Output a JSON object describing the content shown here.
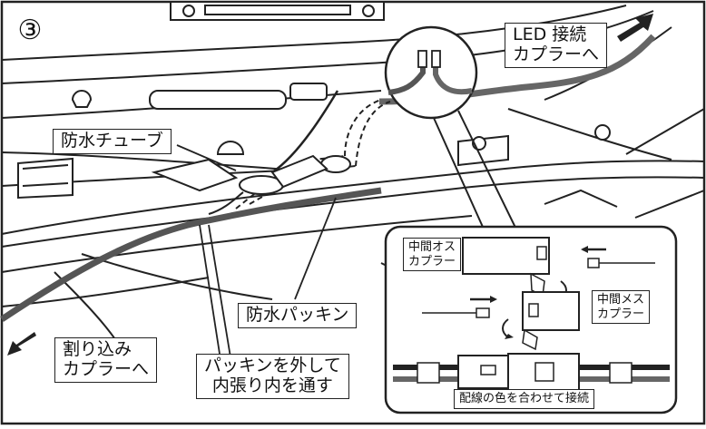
{
  "step_number": "③",
  "labels": {
    "led": [
      "LED 接続",
      "カプラーへ"
    ],
    "waterproof_tube": "防水チューブ",
    "waterproof_packing": "防水パッキン",
    "warikomi": [
      "割り込み",
      "カプラーへ"
    ],
    "route": [
      "パッキンを外して",
      "内張り内を通す"
    ],
    "male": [
      "中間オス",
      "カプラー"
    ],
    "female": [
      "中間メス",
      "カプラー"
    ],
    "wiring": "配線の色を合わせて接続"
  }
}
